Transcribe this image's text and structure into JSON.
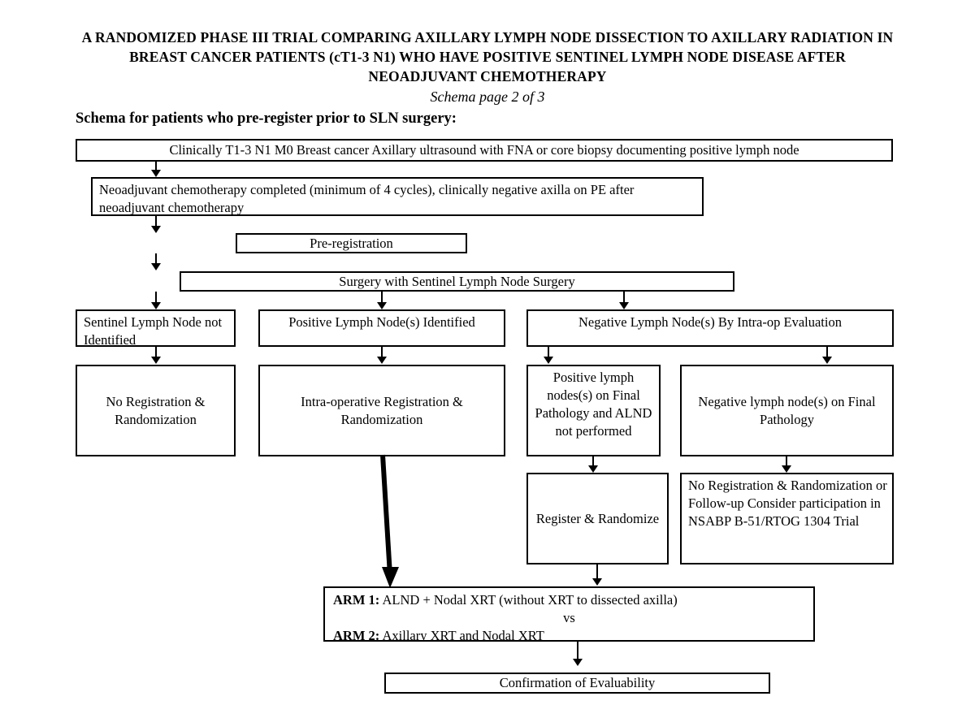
{
  "header": {
    "title": "A RANDOMIZED PHASE III TRIAL COMPARING AXILLARY LYMPH NODE DISSECTION TO AXILLARY RADIATION IN BREAST CANCER PATIENTS (cT1-3 N1) WHO HAVE POSITIVE SENTINEL LYMPH NODE DISEASE AFTER NEOADJUVANT CHEMOTHERAPY",
    "subtitle": "Schema page 2 of 3",
    "section_heading": "Schema for patients who pre-register prior to SLN surgery:"
  },
  "flowchart": {
    "type": "flowchart",
    "orientation": "top-down",
    "nodes": {
      "eligibility": "Clinically T1-3 N1 M0 Breast cancer Axillary ultrasound with FNA or core biopsy documenting positive lymph node",
      "neoadjuvant": "Neoadjuvant chemotherapy completed (minimum of 4 cycles), clinically negative axilla on PE after neoadjuvant chemotherapy",
      "preregistration": "Pre-registration",
      "surgery": "Surgery with Sentinel Lymph Node Surgery",
      "sln_not_identified": "Sentinel Lymph Node not Identified",
      "positive_nodes_identified": "Positive Lymph Node(s) Identified",
      "negative_nodes_intraop": "Negative Lymph Node(s) By Intra-op Evaluation",
      "no_registration": "No Registration & Randomization",
      "intraop_registration": "Intra-operative Registration & Randomization",
      "positive_final_path": "Positive lymph nodes(s) on Final Pathology and ALND not performed",
      "negative_final_path": "Negative lymph node(s) on Final Pathology",
      "register_randomize": "Register & Randomize",
      "no_registration_followup": "No Registration & Randomization or Follow-up Consider participation in NSABP B-51/RTOG 1304 Trial",
      "confirmation": "Confirmation of Evaluability"
    },
    "arms": {
      "arm1_label": "ARM 1:",
      "arm1_text": " ALND + Nodal XRT (without XRT to dissected axilla)",
      "vs": "vs",
      "arm2_label": "ARM 2:",
      "arm2_text": " Axillary XRT and Nodal XRT"
    },
    "edges": [
      {
        "from": "eligibility",
        "to": "neoadjuvant",
        "style": "thin"
      },
      {
        "from": "neoadjuvant",
        "to": "preregistration",
        "style": "thin"
      },
      {
        "from": "preregistration",
        "to": "surgery",
        "style": "thin"
      },
      {
        "from": "surgery",
        "to": "sln_not_identified",
        "style": "thin"
      },
      {
        "from": "surgery",
        "to": "positive_nodes_identified",
        "style": "thin"
      },
      {
        "from": "surgery",
        "to": "negative_nodes_intraop",
        "style": "thin"
      },
      {
        "from": "sln_not_identified",
        "to": "no_registration",
        "style": "thin"
      },
      {
        "from": "positive_nodes_identified",
        "to": "intraop_registration",
        "style": "thin"
      },
      {
        "from": "negative_nodes_intraop",
        "to": "positive_final_path",
        "style": "thin"
      },
      {
        "from": "negative_nodes_intraop",
        "to": "negative_final_path",
        "style": "thin"
      },
      {
        "from": "positive_final_path",
        "to": "register_randomize",
        "style": "thin"
      },
      {
        "from": "negative_final_path",
        "to": "no_registration_followup",
        "style": "thin"
      },
      {
        "from": "intraop_registration",
        "to": "arms",
        "style": "thick"
      },
      {
        "from": "register_randomize",
        "to": "arms",
        "style": "thin"
      },
      {
        "from": "arms",
        "to": "confirmation",
        "style": "thin"
      }
    ],
    "colors": {
      "border": "#000000",
      "background": "#ffffff",
      "text": "#000000"
    }
  }
}
